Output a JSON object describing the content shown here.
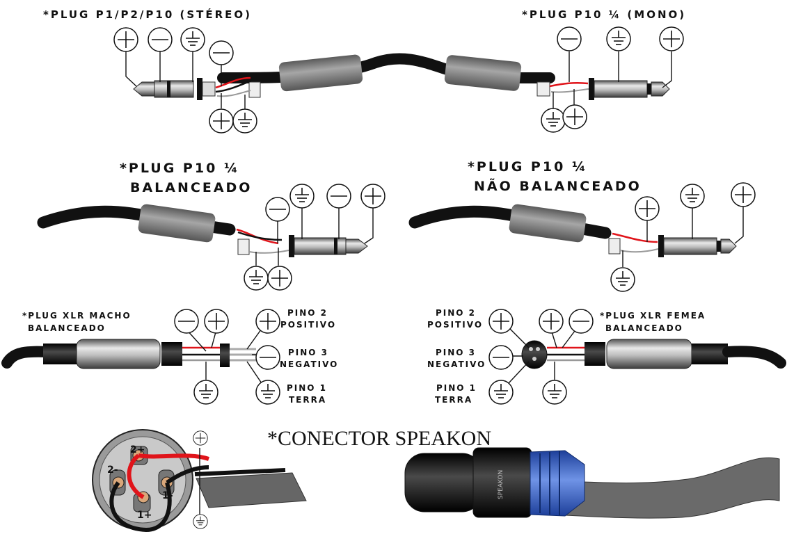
{
  "labels": {
    "stereo": "*PLUG P1/P2/P10 (STÉREO)",
    "mono": "*PLUG P10 ¼ (MONO)",
    "bal_line1": "*PLUG P10 ¼",
    "bal_line2": "BALANCEADO",
    "unbal_line1": "*PLUG P10 ¼",
    "unbal_line2": "NÃO BALANCEADO",
    "xlr_male_line1": "*PLUG XLR MACHO",
    "xlr_male_line2": "BALANCEADO",
    "xlr_female_line1": "*PLUG XLR FEMEA",
    "xlr_female_line2": "BALANCEADO",
    "pin2": "PINO 2",
    "positive": "POSITIVO",
    "pin3": "PINO 3",
    "negative": "NEGATIVO",
    "pin1": "PINO 1",
    "ground": "TERRA",
    "speakon_title": "*CONECTOR SPEAKON",
    "speakon_brand": "SPEAKON"
  },
  "speakon_pins": {
    "p2plus": "2+",
    "p2minus": "2-",
    "p1plus": "1+",
    "p1minus": "1-"
  },
  "colors": {
    "positive_wire": "#e0141a",
    "negative_wire": "#111111",
    "shield": "#888888",
    "speakon_blue": "#3a5fbf"
  }
}
